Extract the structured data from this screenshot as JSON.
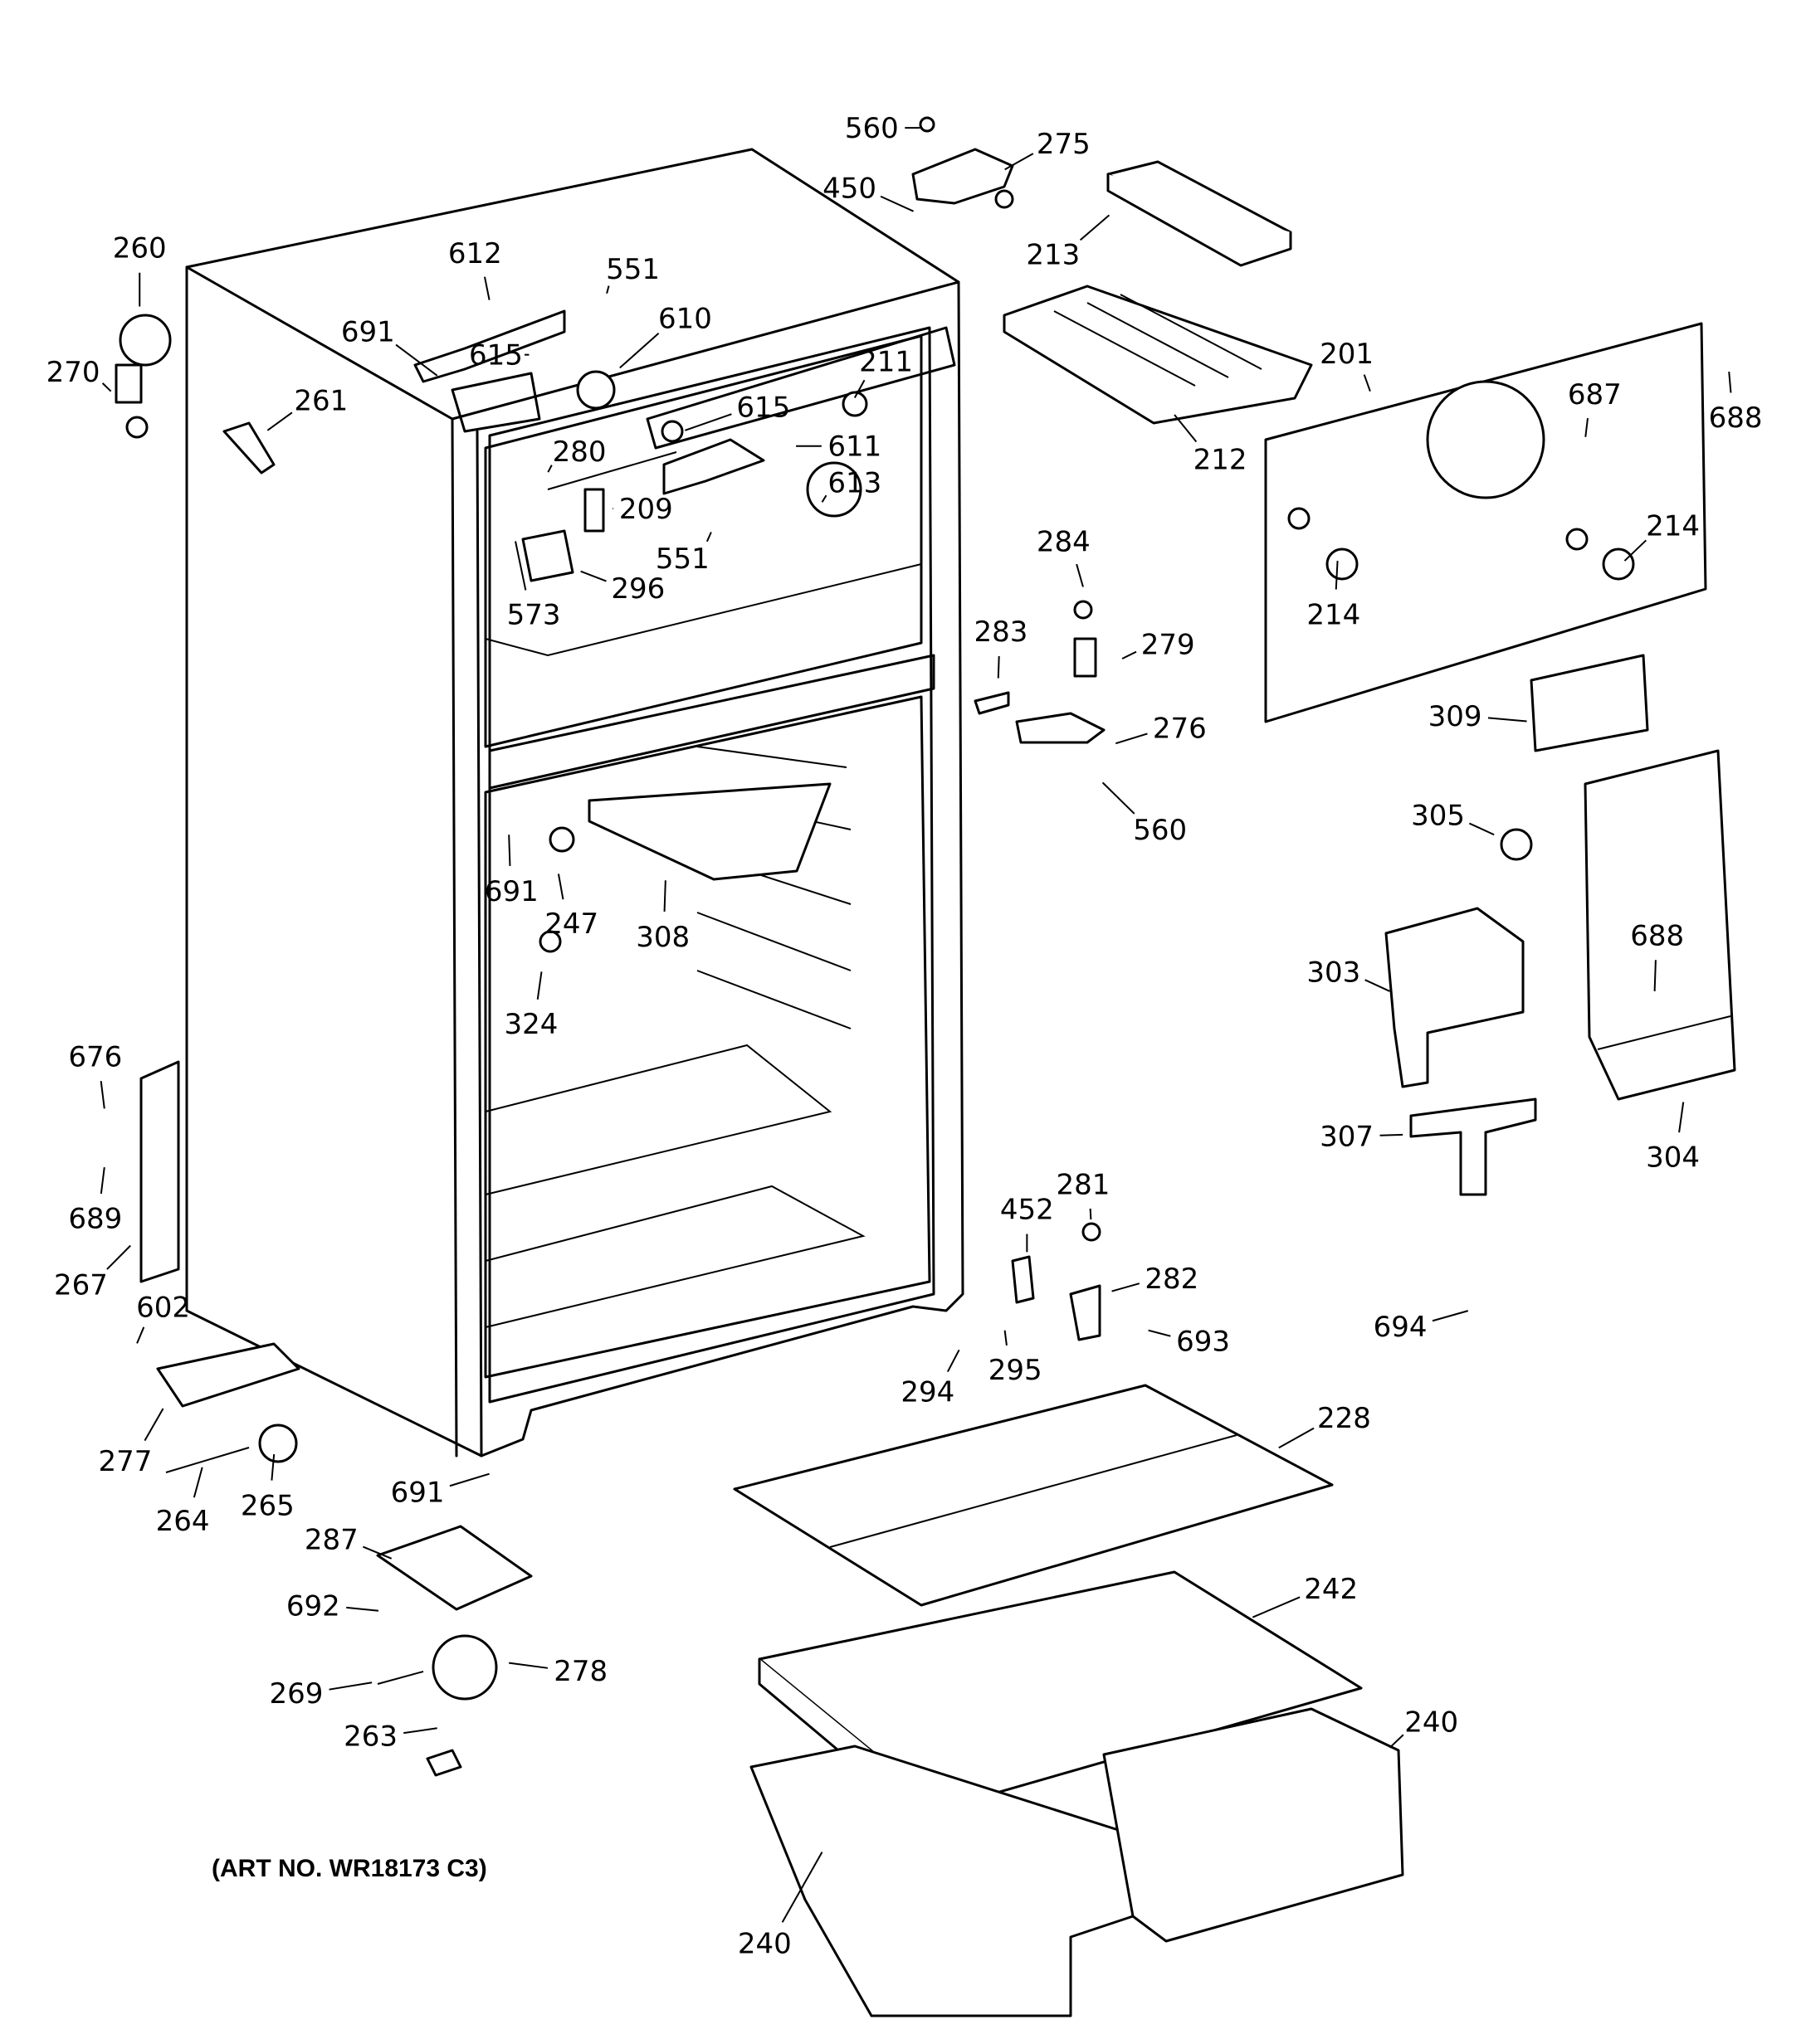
{
  "diagram": {
    "type": "exploded-parts-diagram",
    "subject": "refrigerator cabinet parts",
    "art_number": "(ART NO. WR18173 C3)",
    "parts": [
      {
        "id": "560",
        "label": "560"
      },
      {
        "id": "275",
        "label": "275"
      },
      {
        "id": "450",
        "label": "450"
      },
      {
        "id": "213",
        "label": "213"
      },
      {
        "id": "260",
        "label": "260"
      },
      {
        "id": "612",
        "label": "612"
      },
      {
        "id": "551a",
        "label": "551"
      },
      {
        "id": "610",
        "label": "610"
      },
      {
        "id": "691a",
        "label": "691"
      },
      {
        "id": "615a",
        "label": "615"
      },
      {
        "id": "270",
        "label": "270"
      },
      {
        "id": "261",
        "label": "261"
      },
      {
        "id": "211",
        "label": "211"
      },
      {
        "id": "615b",
        "label": "615"
      },
      {
        "id": "611",
        "label": "611"
      },
      {
        "id": "280",
        "label": "280"
      },
      {
        "id": "209",
        "label": "209"
      },
      {
        "id": "613",
        "label": "613"
      },
      {
        "id": "551b",
        "label": "551"
      },
      {
        "id": "573",
        "label": "573"
      },
      {
        "id": "296",
        "label": "296"
      },
      {
        "id": "212",
        "label": "212"
      },
      {
        "id": "201",
        "label": "201"
      },
      {
        "id": "687",
        "label": "687"
      },
      {
        "id": "688a",
        "label": "688"
      },
      {
        "id": "214a",
        "label": "214"
      },
      {
        "id": "214b",
        "label": "214"
      },
      {
        "id": "284",
        "label": "284"
      },
      {
        "id": "279",
        "label": "279"
      },
      {
        "id": "283",
        "label": "283"
      },
      {
        "id": "276",
        "label": "276"
      },
      {
        "id": "560b",
        "label": "560"
      },
      {
        "id": "309",
        "label": "309"
      },
      {
        "id": "305",
        "label": "305"
      },
      {
        "id": "691b",
        "label": "691"
      },
      {
        "id": "247",
        "label": "247"
      },
      {
        "id": "308",
        "label": "308"
      },
      {
        "id": "324",
        "label": "324"
      },
      {
        "id": "303",
        "label": "303"
      },
      {
        "id": "688b",
        "label": "688"
      },
      {
        "id": "676",
        "label": "676"
      },
      {
        "id": "689",
        "label": "689"
      },
      {
        "id": "267",
        "label": "267"
      },
      {
        "id": "307",
        "label": "307"
      },
      {
        "id": "304",
        "label": "304"
      },
      {
        "id": "452",
        "label": "452"
      },
      {
        "id": "281",
        "label": "281"
      },
      {
        "id": "282",
        "label": "282"
      },
      {
        "id": "693",
        "label": "693"
      },
      {
        "id": "694",
        "label": "694"
      },
      {
        "id": "602",
        "label": "602"
      },
      {
        "id": "294",
        "label": "294"
      },
      {
        "id": "295",
        "label": "295"
      },
      {
        "id": "277",
        "label": "277"
      },
      {
        "id": "228",
        "label": "228"
      },
      {
        "id": "264",
        "label": "264"
      },
      {
        "id": "265",
        "label": "265"
      },
      {
        "id": "691c",
        "label": "691"
      },
      {
        "id": "287",
        "label": "287"
      },
      {
        "id": "242",
        "label": "242"
      },
      {
        "id": "692",
        "label": "692"
      },
      {
        "id": "278",
        "label": "278"
      },
      {
        "id": "269",
        "label": "269"
      },
      {
        "id": "263",
        "label": "263"
      },
      {
        "id": "240a",
        "label": "240"
      },
      {
        "id": "240b",
        "label": "240"
      }
    ]
  }
}
